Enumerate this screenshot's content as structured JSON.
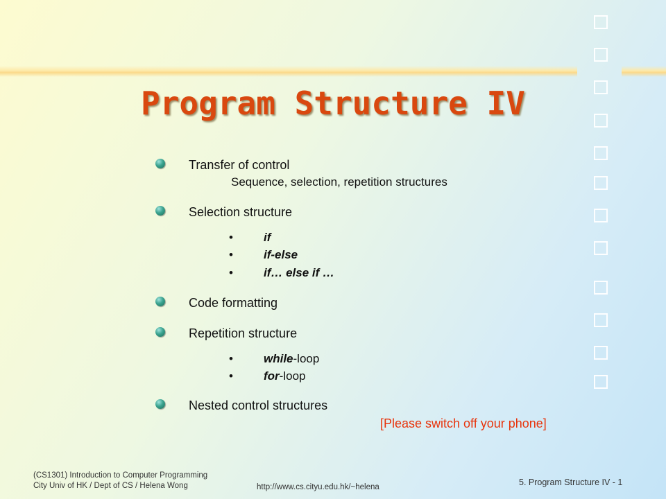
{
  "slide": {
    "title": "Program Structure IV",
    "items": [
      {
        "text": "Transfer of control",
        "detail": "Sequence, selection, repetition structures"
      },
      {
        "text": "Selection structure",
        "subitems": [
          {
            "bold": "if",
            "rest": ""
          },
          {
            "bold": "if-else",
            "rest": ""
          },
          {
            "bold": "if… else if …",
            "rest": ""
          }
        ]
      },
      {
        "text": "Code formatting"
      },
      {
        "text": "Repetition structure",
        "subitems": [
          {
            "bold": "while",
            "rest": "-loop"
          },
          {
            "bold": "for",
            "rest": "-loop"
          }
        ]
      },
      {
        "text": "Nested control structures"
      }
    ],
    "notice": "[Please switch off your phone]"
  },
  "footer": {
    "course": "(CS1301) Introduction to Computer Programming",
    "dept": "City Univ of HK / Dept of CS / Helena Wong",
    "url": "http://www.cs.cityu.edu.hk/~helena",
    "page": "5. Program Structure IV - 1"
  },
  "colors": {
    "title": "#d9480f",
    "notice": "#e8340c"
  }
}
